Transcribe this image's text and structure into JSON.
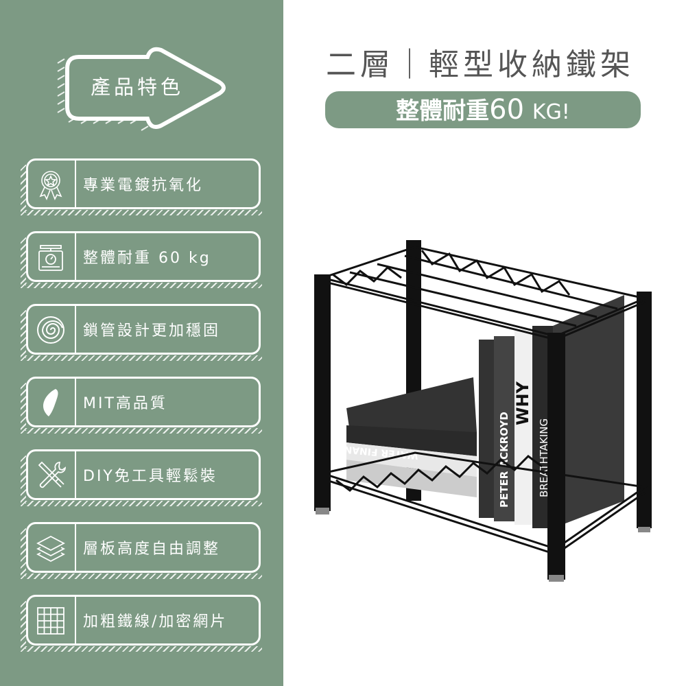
{
  "badge": {
    "label": "產品特色"
  },
  "features": [
    {
      "icon": "medal-star-icon",
      "label": "專業電鍍抗氧化"
    },
    {
      "icon": "scale-icon",
      "label": "整體耐重 60 kg"
    },
    {
      "icon": "spiral-icon",
      "label": "鎖管設計更加穩固"
    },
    {
      "icon": "taiwan-map-icon",
      "label": "MIT高品質"
    },
    {
      "icon": "tools-icon",
      "label": "DIY免工具輕鬆裝"
    },
    {
      "icon": "layers-icon",
      "label": "層板高度自由調整"
    },
    {
      "icon": "grid-icon",
      "label": "加粗鐵線/加密網片"
    }
  ],
  "header": {
    "title": "二層｜輕型收納鐵架",
    "load_prefix": "整體耐重",
    "load_value": "60",
    "load_unit": "KG!"
  },
  "product_photo": {
    "book_titles": [
      "WATER FINANCE",
      "PETER ACKROYD",
      "WHY",
      "BREATHTAKING"
    ]
  },
  "colors": {
    "accent": "#7d9a84",
    "title": "#555555"
  }
}
